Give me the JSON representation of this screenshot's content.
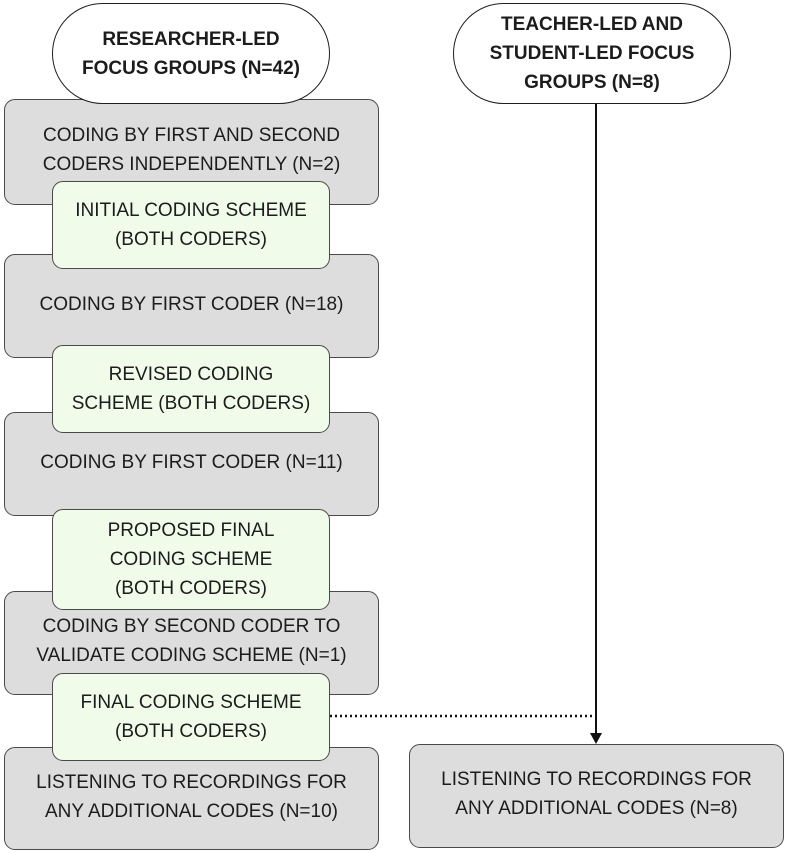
{
  "left_column": {
    "start": "RESEARCHER-LED\nFOCUS GROUPS (N=42)",
    "step_1": "CODING BY FIRST AND SECOND\nCODERS INDEPENDENTLY (N=2)",
    "scheme_1": "INITIAL CODING SCHEME\n(BOTH CODERS)",
    "step_2": "CODING BY FIRST CODER (N=18)",
    "scheme_2": "REVISED CODING\nSCHEME (BOTH CODERS)",
    "step_3": "CODING BY FIRST CODER (N=11)",
    "scheme_3": "PROPOSED FINAL\nCODING SCHEME\n(BOTH CODERS)",
    "step_4": "CODING BY SECOND CODER TO\nVALIDATE CODING SCHEME (N=1)",
    "scheme_4": "FINAL CODING SCHEME\n(BOTH CODERS)",
    "step_5": "LISTENING TO RECORDINGS FOR\nANY ADDITIONAL CODES (N=10)"
  },
  "right_column": {
    "start": "TEACHER-LED AND\nSTUDENT-LED FOCUS\nGROUPS (N=8)",
    "step_1": "LISTENING TO RECORDINGS FOR\nANY ADDITIONAL CODES (N=8)"
  },
  "colors": {
    "process_fill": "#dddddd",
    "scheme_fill": "#f1fbea",
    "terminal_fill": "#ffffff",
    "stroke": "#4a4a4a"
  }
}
